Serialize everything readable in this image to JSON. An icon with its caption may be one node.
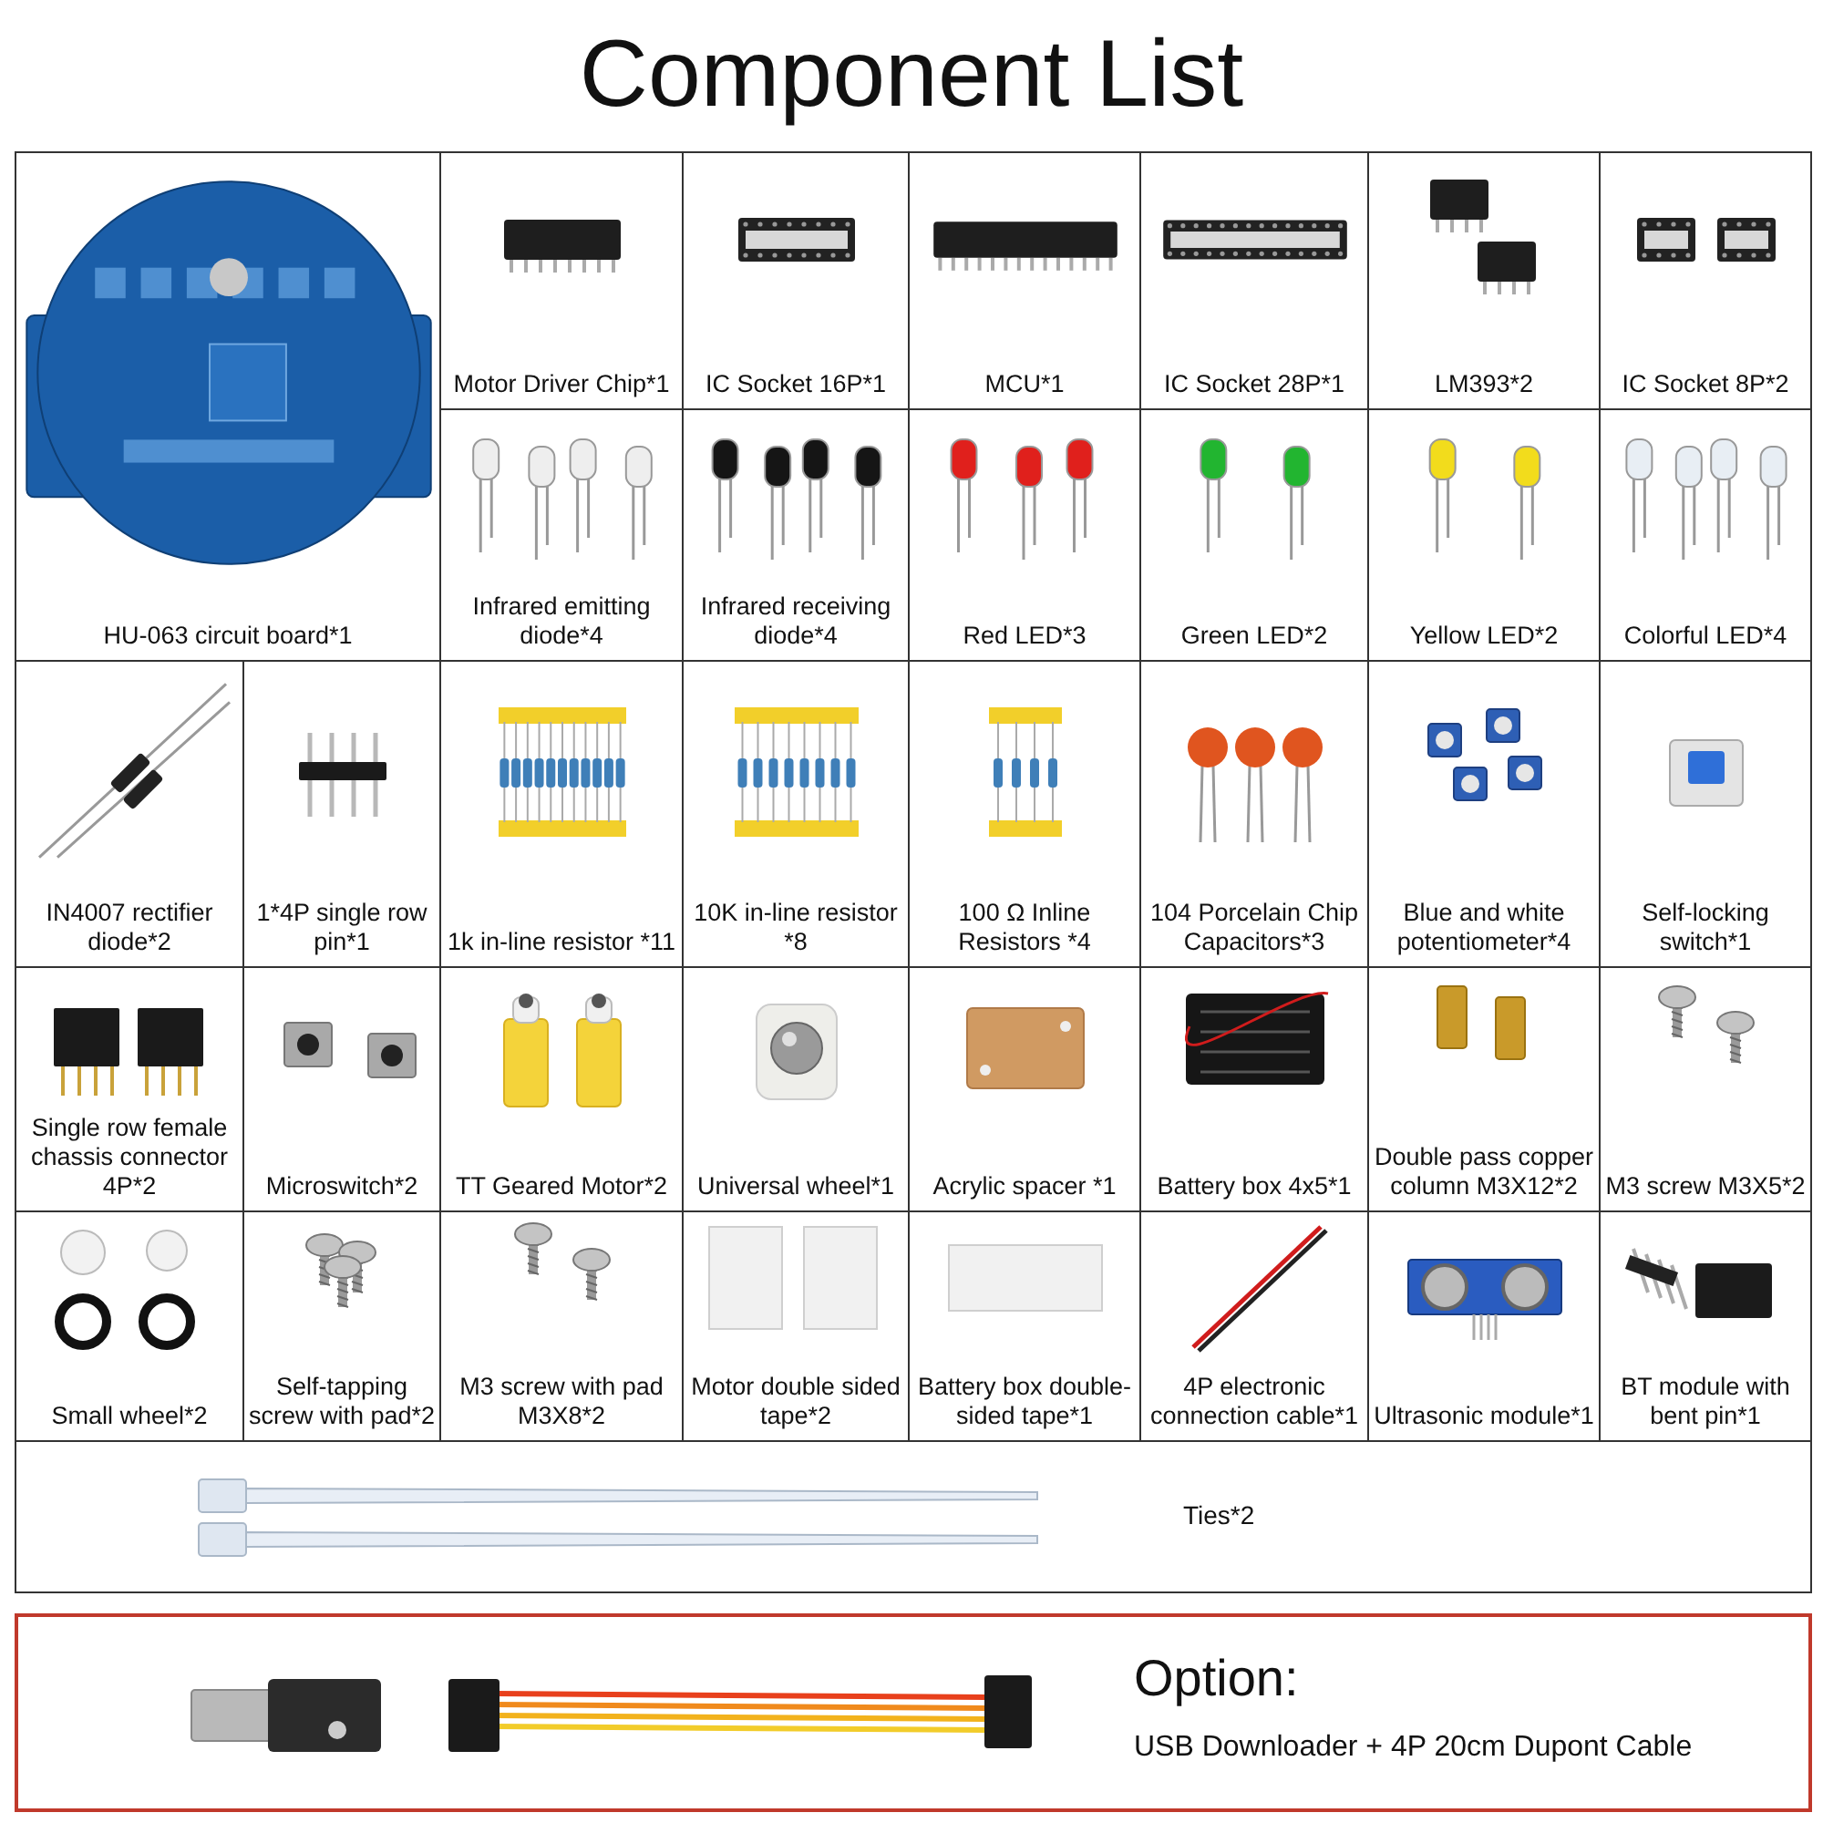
{
  "diagram": {
    "title": "Component List",
    "nodes": [
      {
        "text": [
          "HU-063 circuit board*1"
        ]
      },
      {
        "text": [
          "Motor Driver Chip*1"
        ]
      },
      {
        "text": [
          "IC Socket 16P*1"
        ]
      },
      {
        "text": [
          "MCU*1"
        ]
      },
      {
        "text": [
          "IC Socket 28P*1"
        ]
      },
      {
        "text": [
          "LM393*2"
        ]
      },
      {
        "text": [
          "IC Socket 8P*2"
        ]
      },
      {
        "text": [
          "Infrared emitting diode*4"
        ]
      },
      {
        "text": [
          "Infrared receiving diode*4"
        ]
      },
      {
        "text": [
          "Red LED*3"
        ]
      },
      {
        "text": [
          "Green LED*2"
        ]
      },
      {
        "text": [
          "Yellow LED*2"
        ]
      },
      {
        "text": [
          "Colorful LED*4"
        ]
      },
      {
        "text": [
          "IN4007 rectifier diode*2"
        ]
      },
      {
        "text": [
          "1*4P single row pin*1"
        ]
      },
      {
        "text": [
          "1k in-line resistor *11"
        ]
      },
      {
        "text": [
          "10K in-line resistor *8"
        ]
      },
      {
        "text": [
          "100 Ω Inline Resistors *4"
        ]
      },
      {
        "text": [
          "104 Porcelain Chip Capacitors*3"
        ]
      },
      {
        "text": [
          "Blue and white potentiometer*4"
        ]
      },
      {
        "text": [
          "Self-locking switch*1"
        ]
      },
      {
        "text": [
          "Single row female chassis connector 4P*2"
        ]
      },
      {
        "text": [
          "Microswitch*2"
        ]
      },
      {
        "text": [
          "TT Geared Motor*2"
        ]
      },
      {
        "text": [
          "Universal wheel*1"
        ]
      },
      {
        "text": [
          "Acrylic spacer *1"
        ]
      },
      {
        "text": [
          "Battery box 4x5*1"
        ]
      },
      {
        "text": [
          "Double pass copper column M3X12*2"
        ]
      },
      {
        "text": [
          "M3 screw M3X5*2"
        ]
      },
      {
        "text": [
          "Small wheel*2"
        ]
      },
      {
        "text": [
          "Self-tapping screw with pad*2"
        ]
      },
      {
        "text": [
          "M3 screw with pad M3X8*2"
        ]
      },
      {
        "text": [
          "Motor double sided tape*2"
        ]
      },
      {
        "text": [
          "Battery box double-sided tape*1"
        ]
      },
      {
        "text": [
          "4P electronic connection cable*1"
        ]
      },
      {
        "text": [
          "Ultrasonic module*1"
        ]
      },
      {
        "text": [
          "BT module with bent pin*1"
        ]
      },
      {
        "text": [
          "Ties*2"
        ]
      },
      {
        "text": [
          "Option:",
          "USB Downloader + 4P 20cm Dupont Cable"
        ]
      }
    ]
  }
}
